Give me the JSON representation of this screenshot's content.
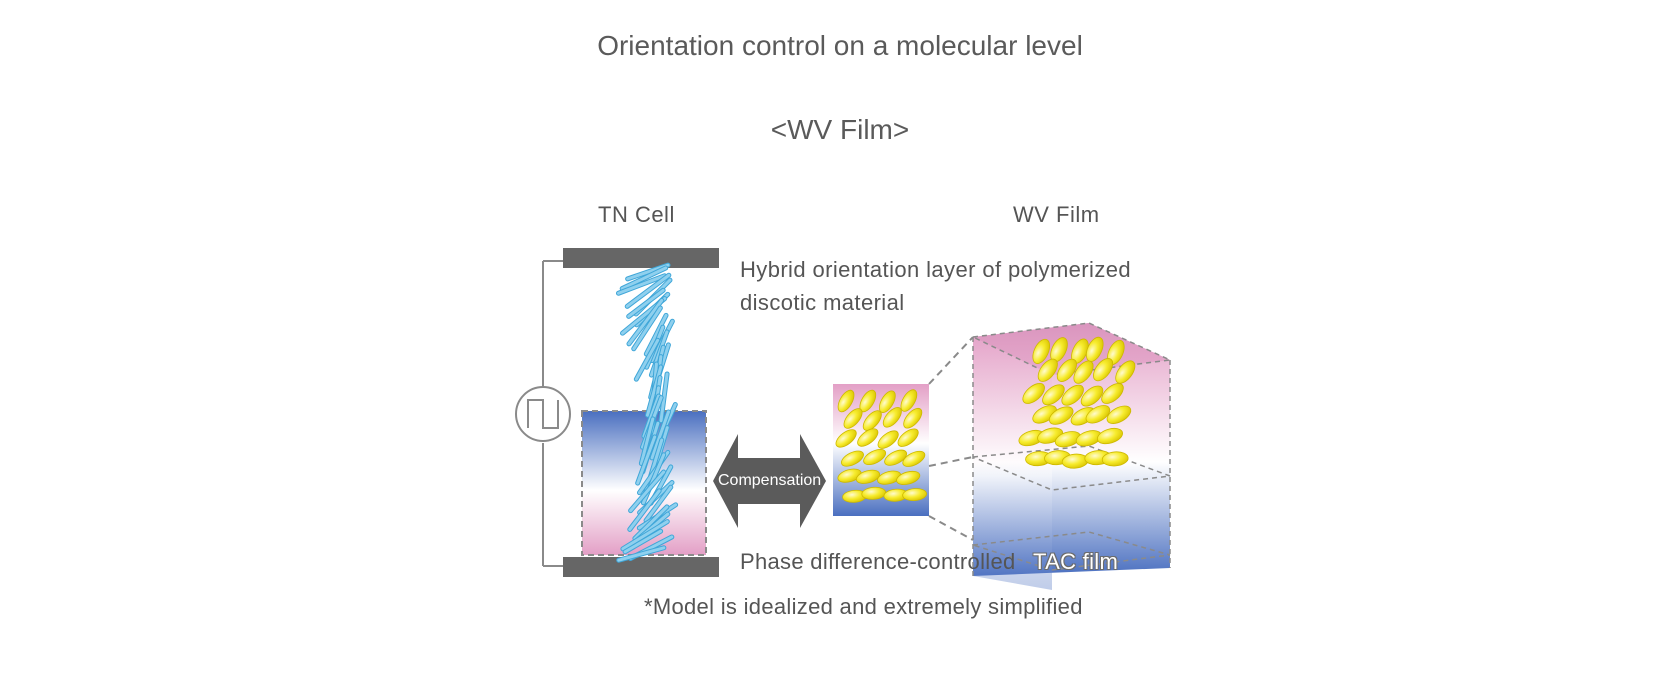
{
  "title": "Orientation control on a molecular level",
  "subtitle": "<WV Film>",
  "labels": {
    "tn_cell": "TN Cell",
    "wv_film": "WV Film",
    "hybrid_line1": "Hybrid orientation layer of polymerized",
    "hybrid_line2": "discotic material",
    "phase_line": "Phase difference-controlled ",
    "tac_film": "TAC film",
    "compensation": "Compensation",
    "footnote": "*Model is idealized and extremely simplified"
  },
  "colors": {
    "electrode": "#666666",
    "rod": "#8fd0ee",
    "rod_edge": "#3fa6d8",
    "disc": "#f6ea2a",
    "gradient_pink": "#e39fc6",
    "gradient_blue": "#4a6fc0",
    "arrow": "#5b5b5b"
  },
  "icons": [
    "square-wave-icon",
    "double-arrow-icon"
  ]
}
